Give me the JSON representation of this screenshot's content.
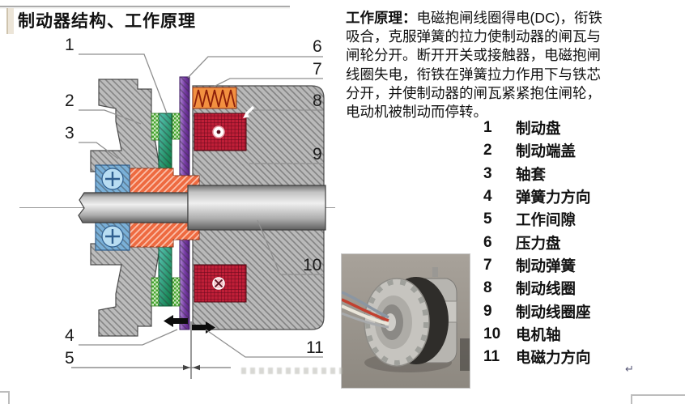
{
  "title": "制动器结构、工作原理",
  "principle": {
    "heading": "工作原理：",
    "lines": [
      "电磁抱闸线圈得电(DC)，衔铁",
      "吸合，克服弹簧的拉力使制动器的闸瓦与",
      "闸轮分开。断开开关或接触器，电磁抱闸",
      "线圈失电，衔铁在弹簧拉力作用下与铁芯",
      "分开，并使制动器的闸瓦紧紧抱住闸轮，",
      "电动机被制动而停转。"
    ]
  },
  "legend": {
    "items": [
      {
        "num": "1",
        "label": "制动盘"
      },
      {
        "num": "2",
        "label": "制动端盖"
      },
      {
        "num": "3",
        "label": "轴套"
      },
      {
        "num": "4",
        "label": "弹簧力方向"
      },
      {
        "num": "5",
        "label": "工作间隙"
      },
      {
        "num": "6",
        "label": "压力盘"
      },
      {
        "num": "7",
        "label": "制动弹簧"
      },
      {
        "num": "8",
        "label": "制动线圈"
      },
      {
        "num": "9",
        "label": "制动线圈座"
      },
      {
        "num": "10",
        "label": "电机轴"
      },
      {
        "num": "11",
        "label": "电磁力方向"
      }
    ]
  },
  "diagram": {
    "callouts": [
      "1",
      "2",
      "3",
      "4",
      "5",
      "6",
      "7",
      "8",
      "9",
      "10",
      "11"
    ]
  },
  "marks": {
    "paragraph_return": "↵"
  },
  "colors": {
    "brake_disc_teal": "#0c7a44",
    "lining_green": "#44a52f",
    "pressure_plate_purple": "#7a3fa8",
    "coil_crimson": "#c01f38",
    "spring_orange": "#f29040",
    "hub_orange": "#ee6a40",
    "bearing_blue": "#7ab0d8",
    "housing_gray": "#b9b9b9"
  }
}
